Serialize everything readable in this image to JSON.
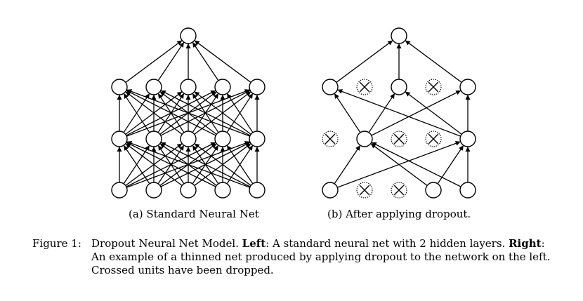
{
  "figure": {
    "subcaption_a": "(a) Standard Neural Net",
    "subcaption_b": "(b) After applying dropout.",
    "caption": {
      "label": "Figure 1:",
      "line1": {
        "p1": "Dropout Neural Net Model. ",
        "b1": "Left",
        "p2": ": A standard neural net with 2 hidden layers. ",
        "b2": "Right",
        "p3": ":"
      },
      "line2": "An example of a thinned net produced by applying dropout to the network on the left.",
      "line3": "Crossed units have been dropped."
    }
  },
  "networks": {
    "standard": {
      "layers": [
        {
          "units": [
            "on",
            "on",
            "on",
            "on",
            "on"
          ]
        },
        {
          "units": [
            "on",
            "on",
            "on",
            "on",
            "on"
          ]
        },
        {
          "units": [
            "on",
            "on",
            "on",
            "on",
            "on"
          ]
        },
        {
          "units": [
            "on"
          ]
        }
      ],
      "connections": "fully-connected"
    },
    "dropout": {
      "layers": [
        {
          "units": [
            "on",
            "dropped",
            "dropped",
            "on",
            "on"
          ]
        },
        {
          "units": [
            "dropped",
            "on",
            "dropped",
            "dropped",
            "on"
          ]
        },
        {
          "units": [
            "on",
            "dropped",
            "on",
            "dropped",
            "on"
          ]
        },
        {
          "units": [
            "on"
          ]
        }
      ],
      "edges": [
        {
          "from": [
            0,
            0
          ],
          "to": [
            1,
            1
          ]
        },
        {
          "from": [
            0,
            0
          ],
          "to": [
            1,
            4
          ]
        },
        {
          "from": [
            0,
            3
          ],
          "to": [
            1,
            1
          ]
        },
        {
          "from": [
            0,
            3
          ],
          "to": [
            1,
            4
          ]
        },
        {
          "from": [
            0,
            4
          ],
          "to": [
            1,
            1
          ]
        },
        {
          "from": [
            0,
            4
          ],
          "to": [
            1,
            4
          ]
        },
        {
          "from": [
            1,
            1
          ],
          "to": [
            2,
            0
          ]
        },
        {
          "from": [
            1,
            1
          ],
          "to": [
            2,
            2
          ]
        },
        {
          "from": [
            1,
            1
          ],
          "to": [
            2,
            4
          ]
        },
        {
          "from": [
            1,
            4
          ],
          "to": [
            2,
            0
          ]
        },
        {
          "from": [
            1,
            4
          ],
          "to": [
            2,
            2
          ]
        },
        {
          "from": [
            1,
            4
          ],
          "to": [
            2,
            4
          ]
        },
        {
          "from": [
            2,
            0
          ],
          "to": [
            3,
            0
          ]
        },
        {
          "from": [
            2,
            2
          ],
          "to": [
            3,
            0
          ]
        },
        {
          "from": [
            2,
            4
          ],
          "to": [
            3,
            0
          ]
        }
      ]
    }
  }
}
